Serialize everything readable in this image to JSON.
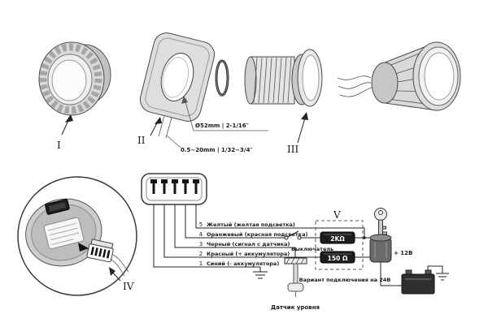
{
  "parts": {
    "cap_label": "I",
    "panel_label": "II",
    "body_label": "III",
    "detail_label": "IV",
    "variant_label": "V"
  },
  "dimensions": {
    "hole": "Ø52mm | 2-1/16″",
    "thickness": "0.5~20mm | 1/32~3/4″"
  },
  "wires": [
    {
      "num": "5",
      "label": "Желтый (желтая подсветка)"
    },
    {
      "num": "4",
      "label": "Оранжевый (красная подсветка)"
    },
    {
      "num": "3",
      "label": "Черный (сигнал с датчика)"
    },
    {
      "num": "2",
      "label": "Красный (+ аккумулятора)"
    },
    {
      "num": "1",
      "label": "Синий (- аккумулятора)"
    }
  ],
  "circuit": {
    "switch_label": "Выключатель",
    "resistor_24v": "2KΩ",
    "resistor_12v": "150 Ω",
    "supply_label": "+ 12В",
    "variant_note": "Вариант подключения на 24В",
    "sensor_label": "Датчик уровня"
  },
  "colors": {
    "ink": "#222222",
    "metal_light": "#d9d9d9",
    "metal_dark": "#6a6a6a"
  }
}
